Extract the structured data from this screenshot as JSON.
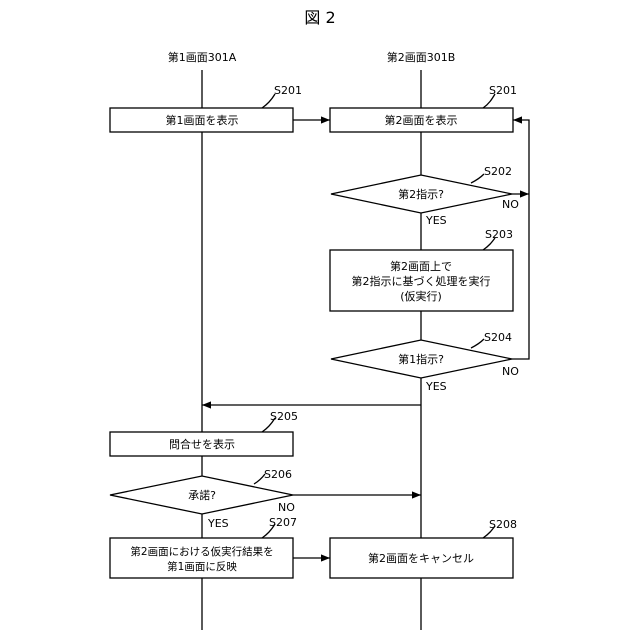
{
  "figure": {
    "title": "図 2"
  },
  "lanes": {
    "left": "第1画面301A",
    "right": "第2画面301B"
  },
  "steps": {
    "left_display": {
      "label": "第1画面を表示",
      "ref": "S201"
    },
    "right_display": {
      "label": "第2画面を表示",
      "ref": "S201"
    },
    "decision_2": {
      "label": "第2指示?",
      "ref": "S202",
      "yes": "YES",
      "no": "NO"
    },
    "process_trial": {
      "lines": [
        "第2画面上で",
        "第2指示に基づく処理を実行",
        "(仮実行)"
      ],
      "ref": "S203"
    },
    "decision_1": {
      "label": "第1指示?",
      "ref": "S204",
      "yes": "YES",
      "no": "NO"
    },
    "inquiry": {
      "label": "問合せを表示",
      "ref": "S205"
    },
    "approve": {
      "label": "承諾?",
      "ref": "S206",
      "yes": "YES",
      "no": "NO"
    },
    "reflect": {
      "lines": [
        "第2画面における仮実行結果を",
        "第1画面に反映"
      ],
      "ref": "S207"
    },
    "cancel": {
      "label": "第2画面をキャンセル",
      "ref": "S208"
    }
  }
}
